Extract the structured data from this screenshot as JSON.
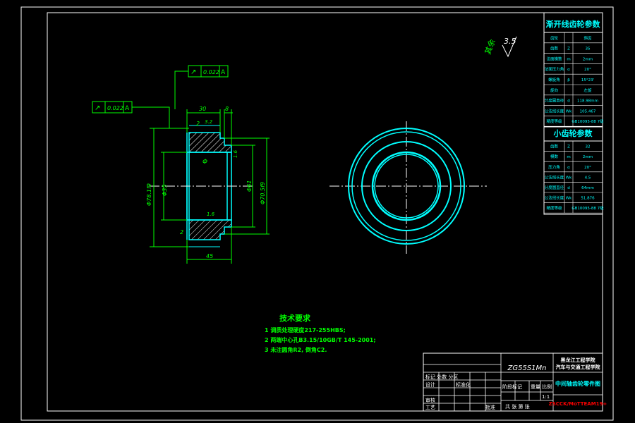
{
  "colors": {
    "background": "#000000",
    "frame": "#ffffff",
    "part_outline": "#00ffff",
    "dimension": "#00ff00",
    "hatch": "#ffffff",
    "centerline": "#ffffff",
    "tech_req": "#00ff00",
    "table_text": "#00ffff",
    "title_accent": "#00ffff",
    "watermark": "#ff0000"
  },
  "roughness_note": {
    "prefix": "其余",
    "value": "3.5"
  },
  "gdt": {
    "upper": {
      "symbol": "↗",
      "tolerance": "0.022",
      "datum": "A"
    },
    "lower": {
      "symbol": "↗",
      "tolerance": "0.022",
      "datum": "A"
    }
  },
  "dimensions": {
    "top_width": "30",
    "top_small": "8",
    "bottom_width": "45",
    "left_outer": "Φ78.1f9",
    "left_inner": "Φ35",
    "right_outer": "Φ70.5f9",
    "right_middle": "Φ61",
    "chamfer_top": "2",
    "chamfer_bottom": "2",
    "roughness_top": "3.2",
    "roughness_bottom": "1.6",
    "roughness_right": "1.6",
    "center_mark": "Φ"
  },
  "gear_params": {
    "title": "渐开线齿轮参数",
    "rows": [
      {
        "name": "齿轮",
        "symbol": "",
        "value": "斜齿"
      },
      {
        "name": "齿数",
        "symbol": "Z",
        "value": "35"
      },
      {
        "name": "法面模数",
        "symbol": "m",
        "value": "2mm"
      },
      {
        "name": "法面压力角",
        "symbol": "α",
        "value": "20°"
      },
      {
        "name": "螺旋角",
        "symbol": "β",
        "value": "15°23'"
      },
      {
        "name": "旋向",
        "symbol": "",
        "value": "左旋"
      },
      {
        "name": "分度圆直径",
        "symbol": "d",
        "value": "118.98mm"
      },
      {
        "name": "公法线长度",
        "symbol": "Wk",
        "value": "105.467"
      },
      {
        "name": "精度等级",
        "symbol": "",
        "value": "GB10095-88 7级"
      }
    ]
  },
  "small_gear_params": {
    "title": "小齿轮参数",
    "rows": [
      {
        "name": "齿数",
        "symbol": "Z",
        "value": "32"
      },
      {
        "name": "模数",
        "symbol": "m",
        "value": "2mm"
      },
      {
        "name": "压力角",
        "symbol": "α",
        "value": "20°"
      },
      {
        "name": "公法线长度",
        "symbol": "Wk",
        "value": "4.5"
      },
      {
        "name": "分度圆直径",
        "symbol": "d",
        "value": "64mm"
      },
      {
        "name": "公法线长度",
        "symbol": "Wk",
        "value": "51.876"
      },
      {
        "name": "精度等级",
        "symbol": "",
        "value": "GB10095-88 7级"
      }
    ]
  },
  "tech_requirements": {
    "title": "技术要求",
    "items": [
      "1 调质处理硬度217-255HBS;",
      "2 两端中心孔B3.15/10GB/T 145-2001;",
      "3 未注圆角R2, 倒角C2."
    ]
  },
  "title_block": {
    "drawing_no": "ZG55S1Mn",
    "school_line1": "黑龙江工程学院",
    "school_line2": "汽车与交通工程学院",
    "part_name": "中间轴齿轮零件图",
    "labels": {
      "revision": "标记 处数 分区",
      "designer": "设计",
      "standardized": "标准化",
      "review": "审核",
      "process": "工艺",
      "stage": "阶段标记",
      "weight": "重量",
      "scale": "比例",
      "scale_value": "1:1",
      "sheets": "共 张  第 张",
      "approve": "批准"
    },
    "watermark": "ZSCCK/MoTTEAM19+"
  }
}
